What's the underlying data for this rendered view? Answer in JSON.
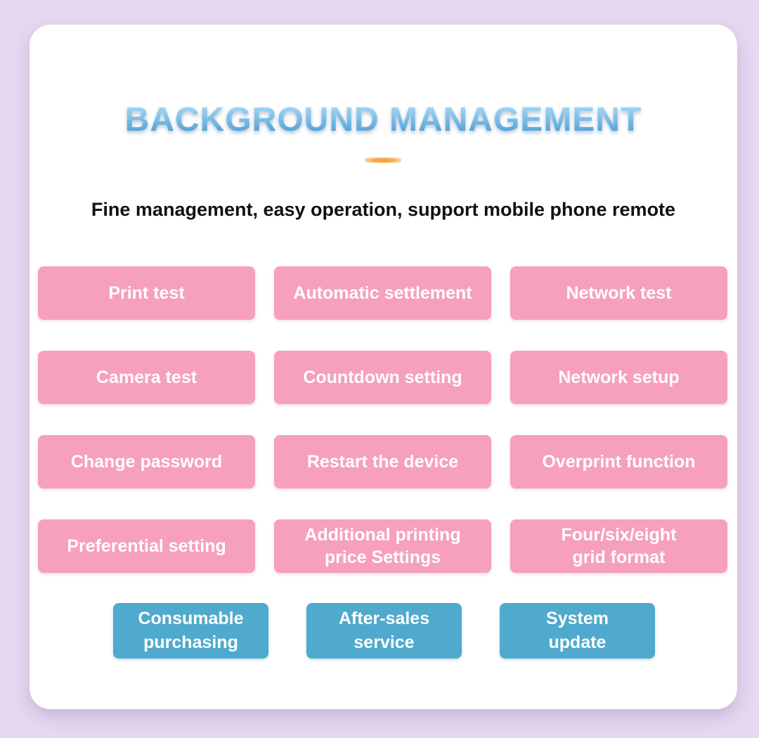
{
  "header": {
    "title": "BACKGROUND MANAGEMENT",
    "subtitle": "Fine management, easy operation, support mobile phone remote"
  },
  "features": [
    "Print test",
    "Automatic settlement",
    "Network test",
    "Camera test",
    "Countdown setting",
    "Network setup",
    "Change password",
    "Restart the device",
    "Overprint function",
    "Preferential setting",
    "Additional printing\nprice Settings",
    "Four/six/eight\ngrid format"
  ],
  "services": [
    "Consumable\npurchasing",
    "After-sales\nservice",
    "System\nupdate"
  ],
  "colors": {
    "background": "#e6d8f0",
    "card": "#ffffff",
    "feature_button": "#f6a0bb",
    "service_button": "#4faacd",
    "title_gradient_top": "#b6e2fa",
    "title_gradient_bottom": "#3d94d2",
    "accent": "#f09a2a"
  }
}
